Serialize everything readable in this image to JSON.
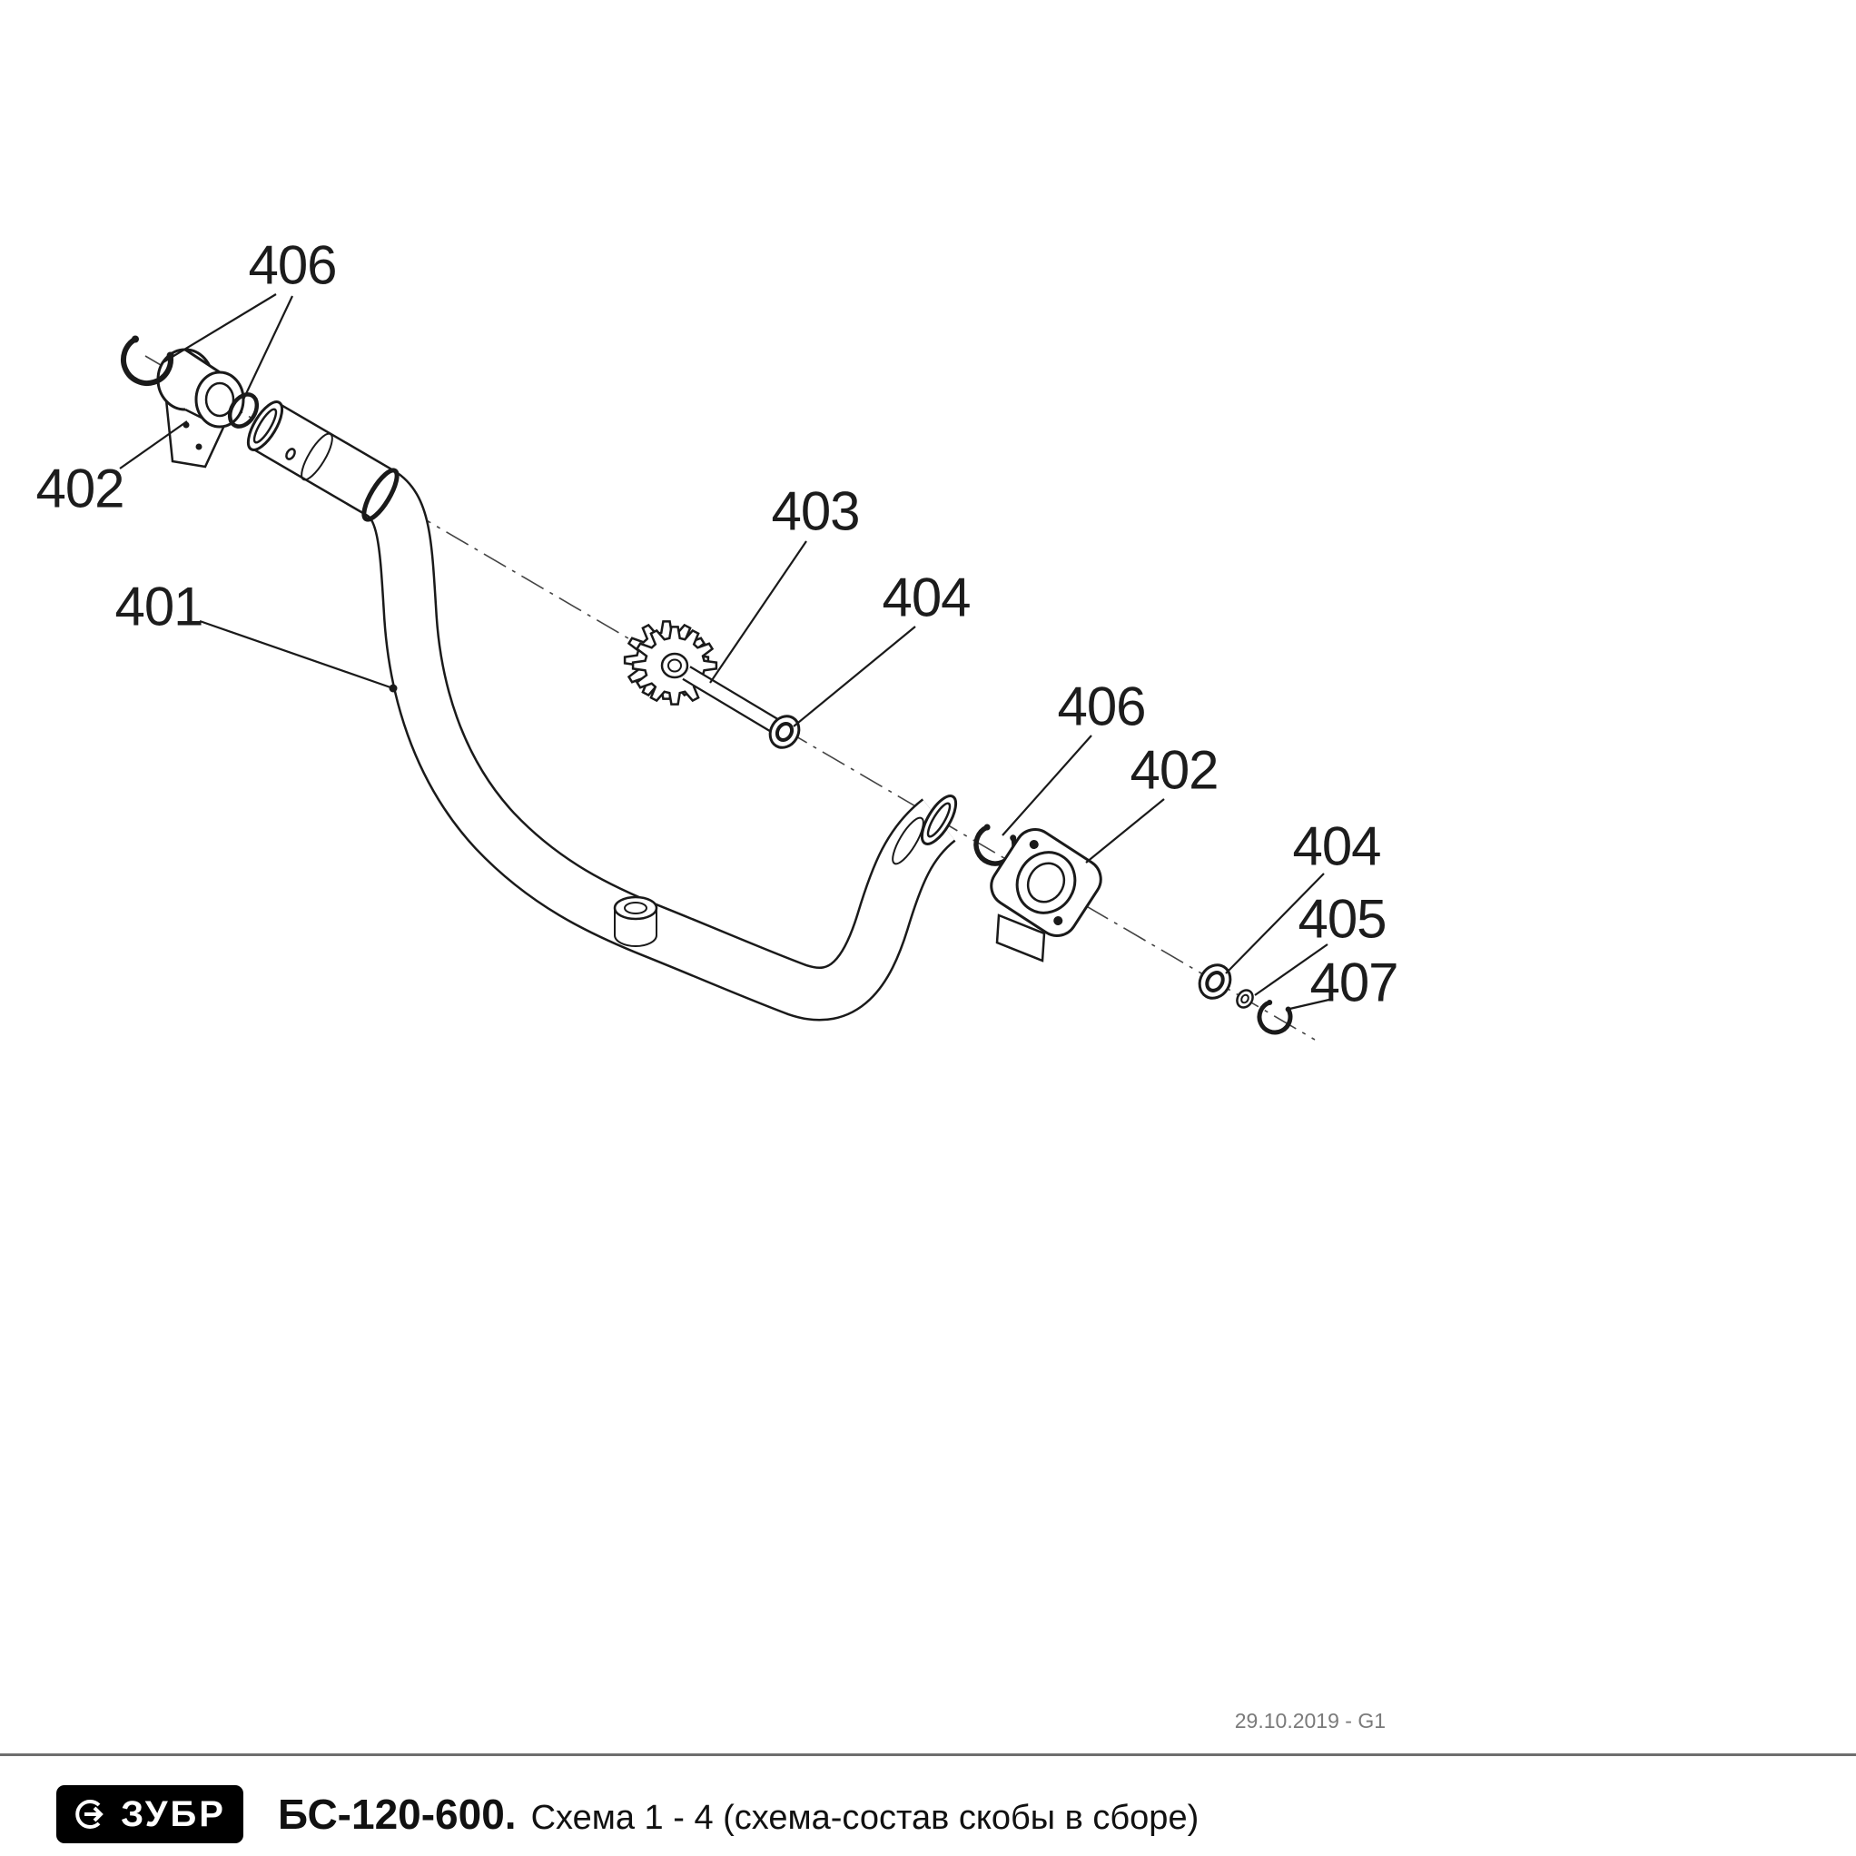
{
  "diagram": {
    "callouts": {
      "c406_top": "406",
      "c402_left": "402",
      "c401": "401",
      "c403": "403",
      "c404_mid": "404",
      "c406_right": "406",
      "c402_right": "402",
      "c404_right": "404",
      "c405": "405",
      "c407": "407"
    },
    "revision": "29.10.2019 - G1"
  },
  "footer": {
    "brand": "ЗУБР",
    "model": "БС-120-600.",
    "subtitle": "Схема 1 - 4 (схема-состав скобы в сборе)"
  },
  "colors": {
    "line": "#1a1a1a",
    "logo_bg": "#000000",
    "divider": "#6e6e6e",
    "muted_text": "#7a7a7a"
  }
}
